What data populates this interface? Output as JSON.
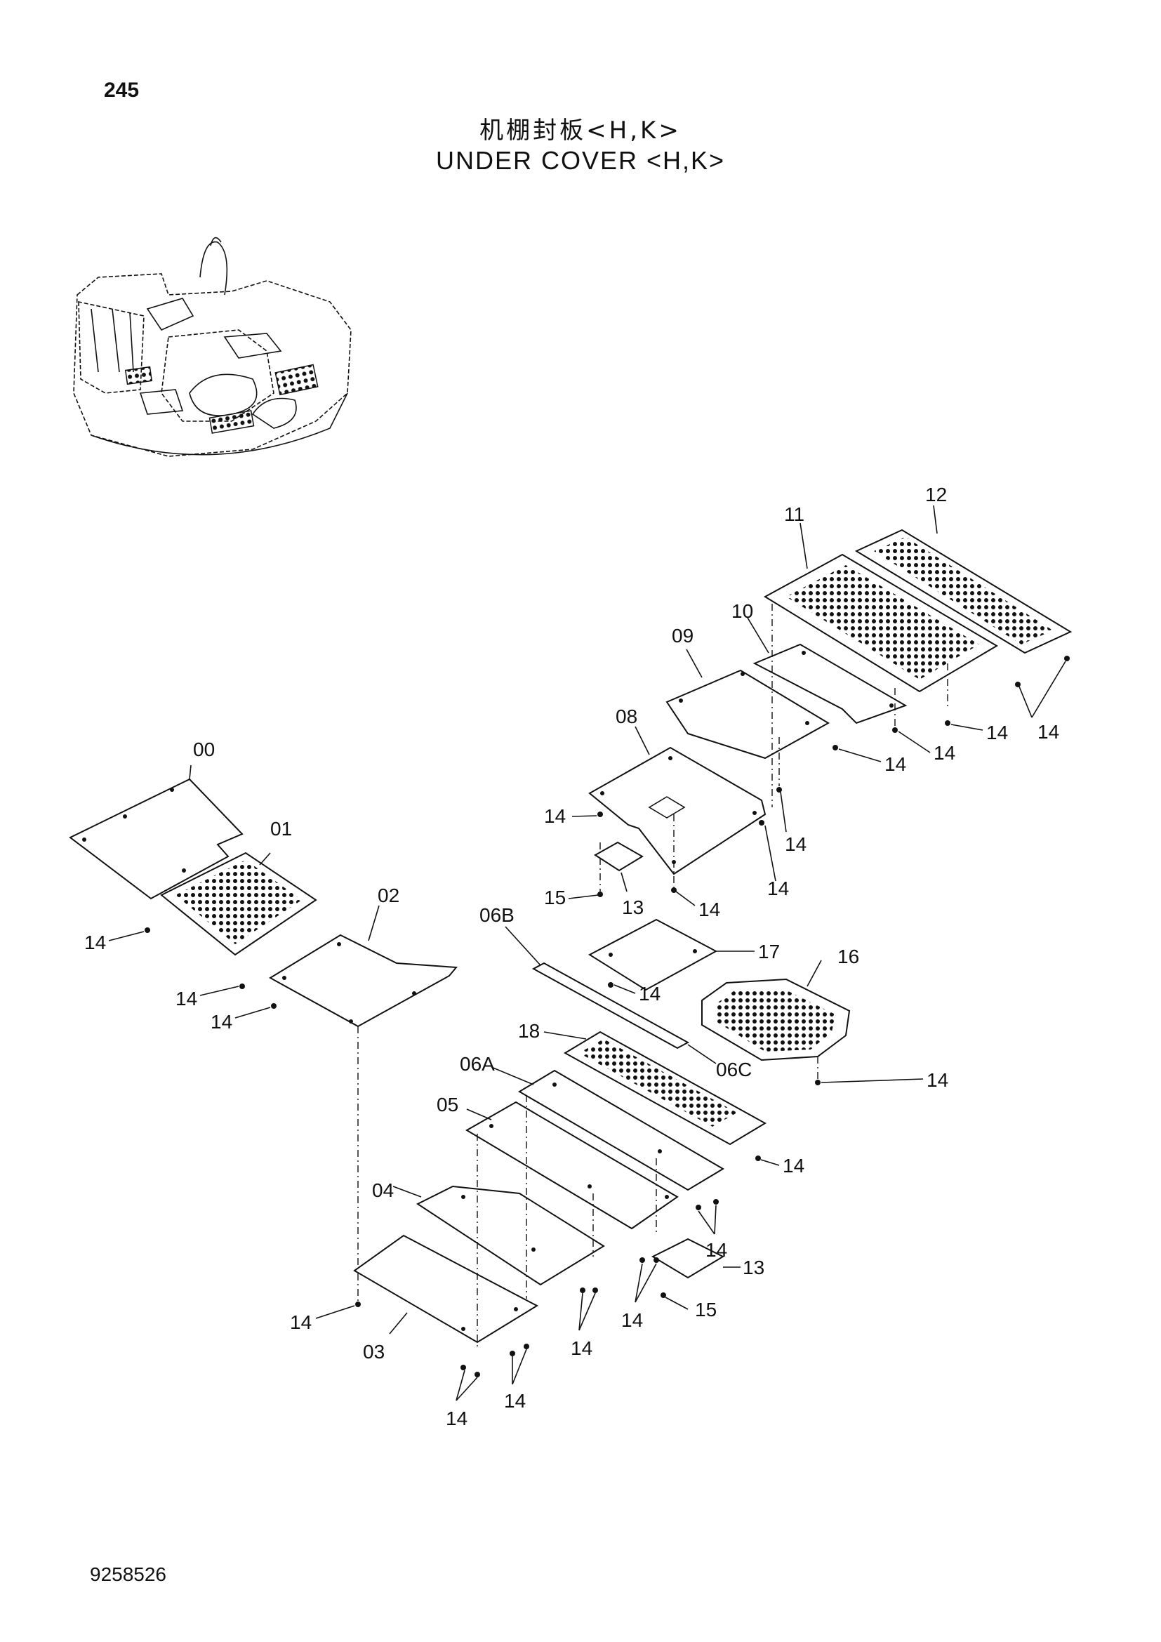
{
  "header": {
    "page_number": "245",
    "title_cn": "机棚封板<H,K>",
    "title_en": "UNDER COVER <H,K>"
  },
  "footer": {
    "document_number": "9258526"
  },
  "diagram": {
    "part_labels": {
      "p00": "00",
      "p01": "01",
      "p02": "02",
      "p03": "03",
      "p04": "04",
      "p05": "05",
      "p06a": "06A",
      "p06b": "06B",
      "p06c": "06C",
      "p08": "08",
      "p09": "09",
      "p10": "10",
      "p11": "11",
      "p12": "12",
      "p13a": "13",
      "p13b": "13",
      "p15a": "15",
      "p15b": "15",
      "p16": "16",
      "p17": "17",
      "p18": "18"
    },
    "bolt_label": "14"
  }
}
